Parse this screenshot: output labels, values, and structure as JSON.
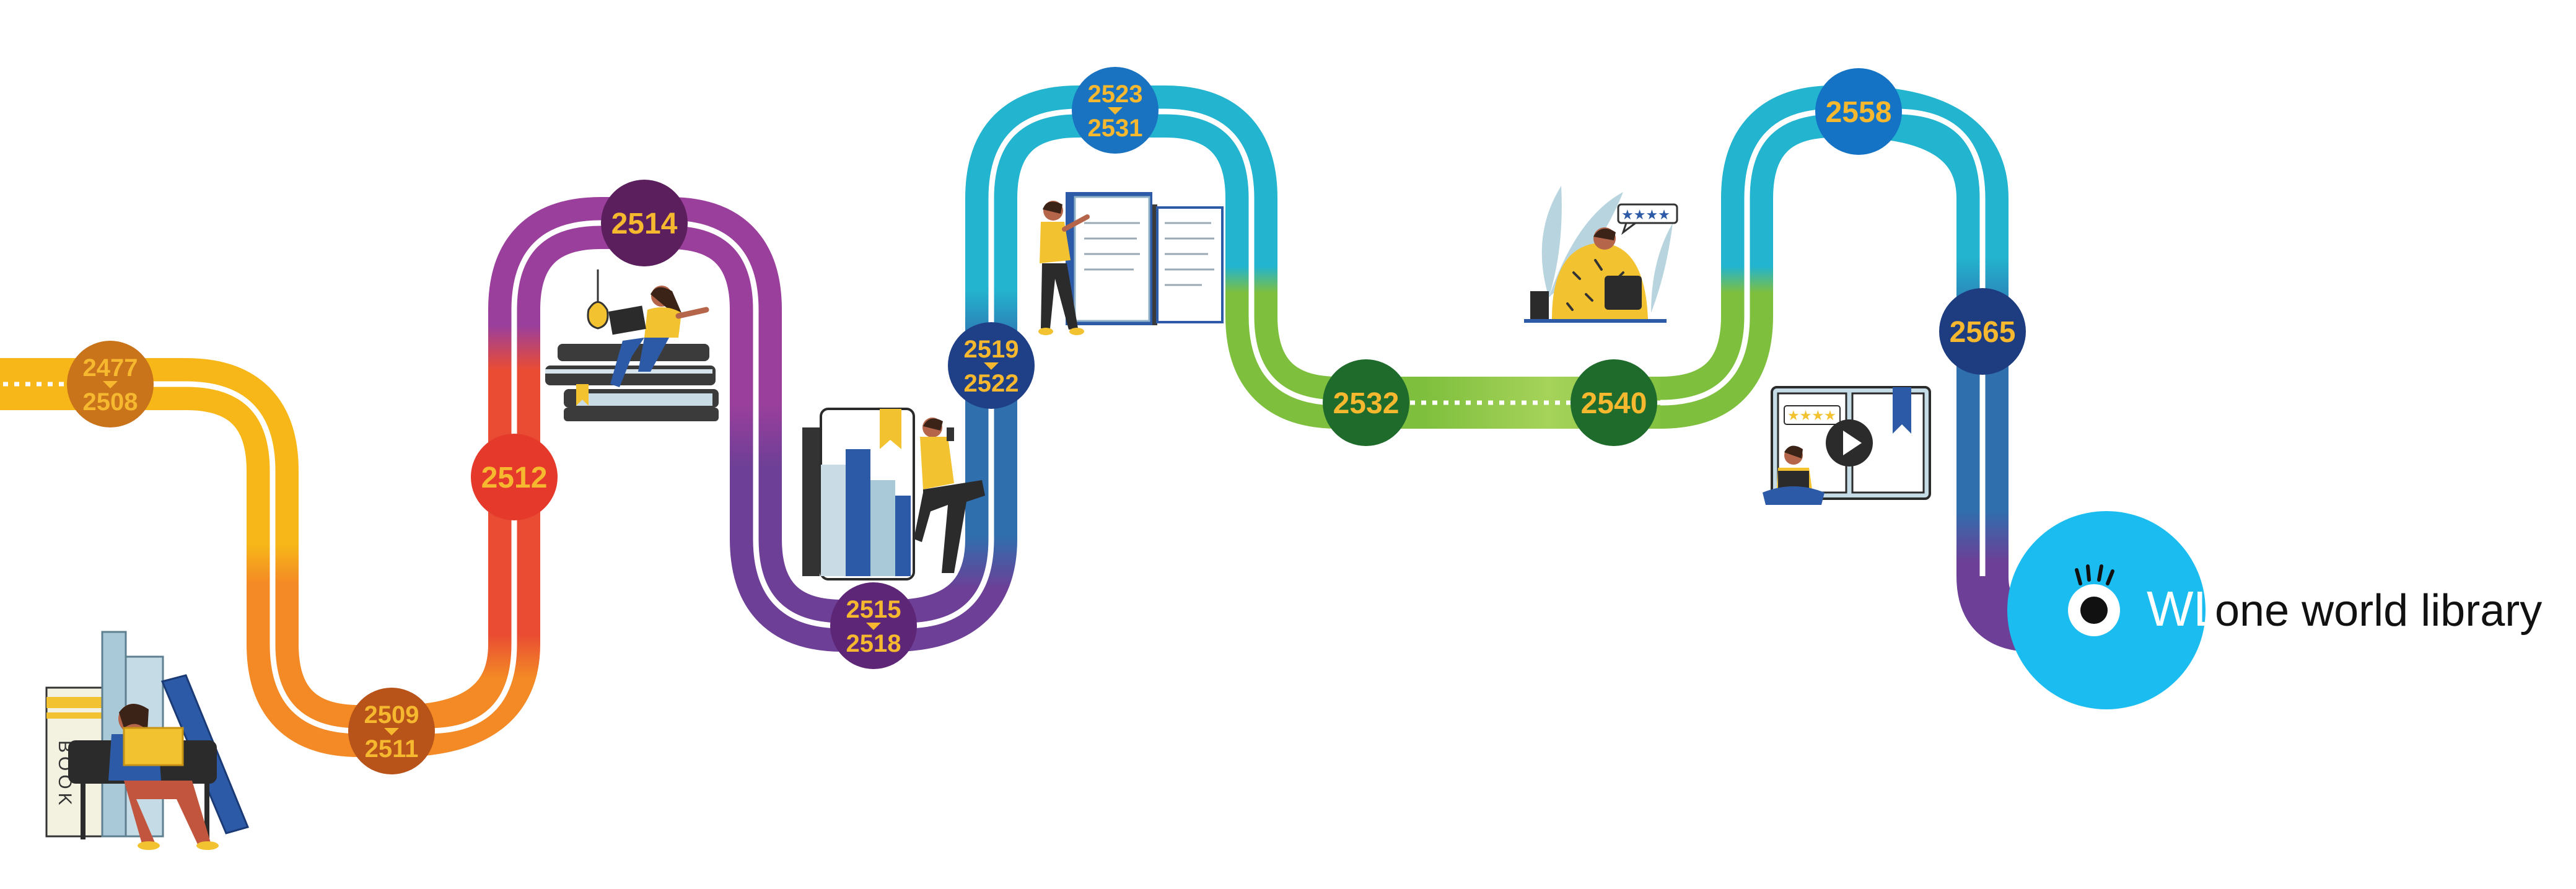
{
  "brand": {
    "name": "one world library",
    "logo_letters": "WL",
    "circle_color": "#1bbdf0"
  },
  "milestones": [
    {
      "id": "m1",
      "years": [
        "2477",
        "2508"
      ],
      "color": "#c9731a"
    },
    {
      "id": "m2",
      "years": [
        "2509",
        "2511"
      ],
      "color": "#b8541a"
    },
    {
      "id": "m3",
      "years": [
        "2512"
      ],
      "color": "#e5392b"
    },
    {
      "id": "m4",
      "years": [
        "2514"
      ],
      "color": "#5c1f5e"
    },
    {
      "id": "m5",
      "years": [
        "2515",
        "2518"
      ],
      "color": "#5e2676"
    },
    {
      "id": "m6",
      "years": [
        "2519",
        "2522"
      ],
      "color": "#1f3f86"
    },
    {
      "id": "m7",
      "years": [
        "2523",
        "2531"
      ],
      "color": "#1a73c1"
    },
    {
      "id": "m8",
      "years": [
        "2532"
      ],
      "color": "#1f6b2c"
    },
    {
      "id": "m9",
      "years": [
        "2540"
      ],
      "color": "#1f6b2c"
    },
    {
      "id": "m10",
      "years": [
        "2558"
      ],
      "color": "#1573c5"
    },
    {
      "id": "m11",
      "years": [
        "2565"
      ],
      "color": "#1e3c80"
    }
  ],
  "illustrations": {
    "book_spine_label": "BOOK"
  },
  "colors": {
    "label": "#f5b82e",
    "path_yellow": "#f7b718",
    "path_orange": "#f38a25",
    "path_red": "#e94c33",
    "path_purple": "#9b3f9c",
    "path_violet": "#6d3f96",
    "path_teal": "#23b4cf",
    "path_green": "#7fbf3e",
    "path_blue": "#2f6fae"
  }
}
